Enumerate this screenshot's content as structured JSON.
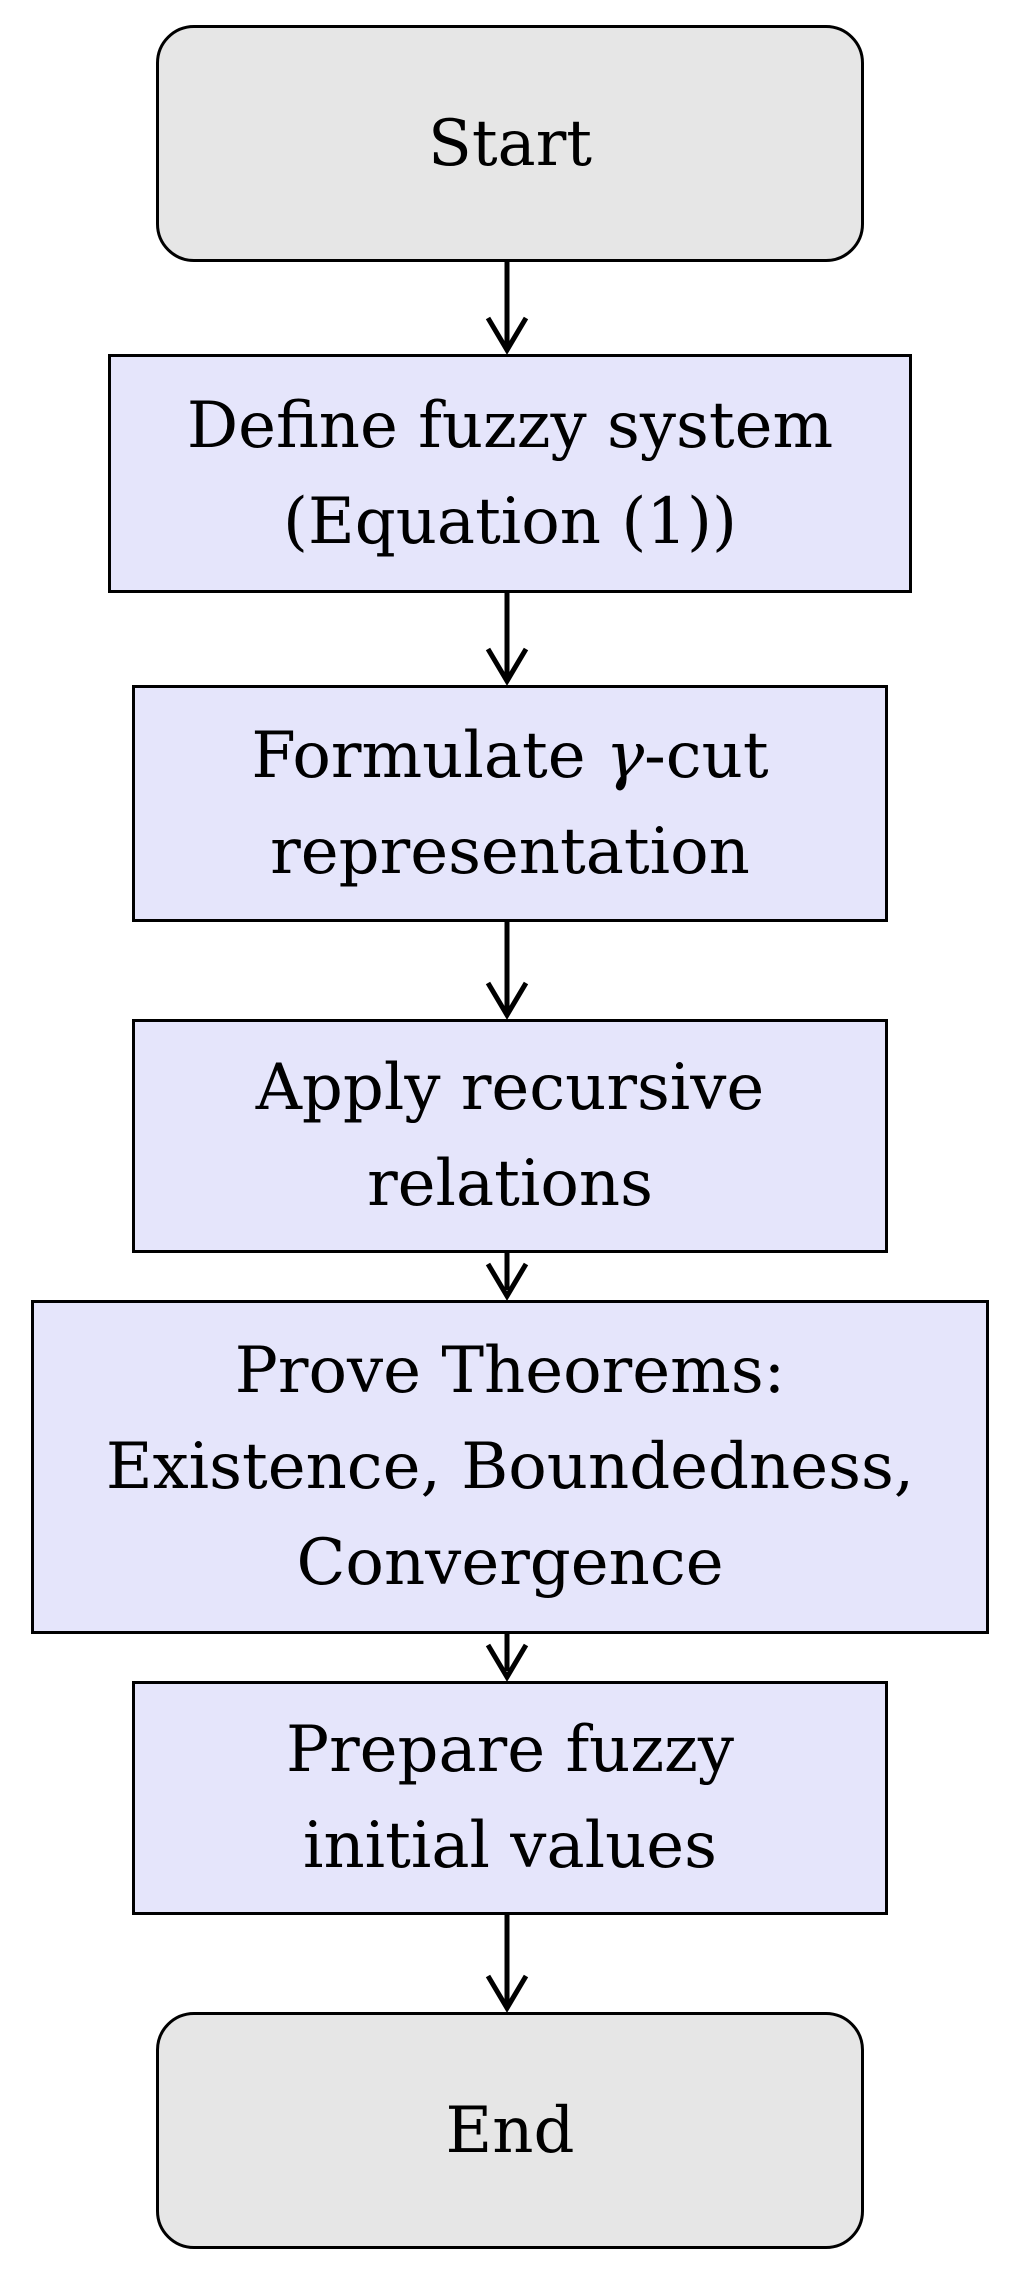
{
  "flowchart": {
    "nodes": [
      {
        "id": "start",
        "kind": "terminal",
        "lines": [
          "Start"
        ]
      },
      {
        "id": "define",
        "kind": "process",
        "lines": [
          "Define fuzzy system",
          "(Equation (1))"
        ]
      },
      {
        "id": "formulate",
        "kind": "process",
        "lines_parts": {
          "greek": "γ",
          "line1_prefix": "Formulate ",
          "line1_suffix": "-cut",
          "line2": "representation"
        }
      },
      {
        "id": "apply",
        "kind": "process",
        "lines": [
          "Apply recursive",
          "relations"
        ]
      },
      {
        "id": "prove",
        "kind": "process",
        "lines": [
          "Prove Theorems:",
          "Existence, Boundedness,",
          "Convergence"
        ]
      },
      {
        "id": "prepare",
        "kind": "process",
        "lines": [
          "Prepare fuzzy",
          "initial values"
        ]
      },
      {
        "id": "end",
        "kind": "terminal",
        "lines": [
          "End"
        ]
      }
    ],
    "edges": [
      {
        "from": "start",
        "to": "define"
      },
      {
        "from": "define",
        "to": "formulate"
      },
      {
        "from": "formulate",
        "to": "apply"
      },
      {
        "from": "apply",
        "to": "prove"
      },
      {
        "from": "prove",
        "to": "prepare"
      },
      {
        "from": "prepare",
        "to": "end"
      }
    ],
    "colors": {
      "terminal_fill": "#e6e6e6",
      "process_fill": "#e5e5fb",
      "stroke": "#000000"
    }
  }
}
